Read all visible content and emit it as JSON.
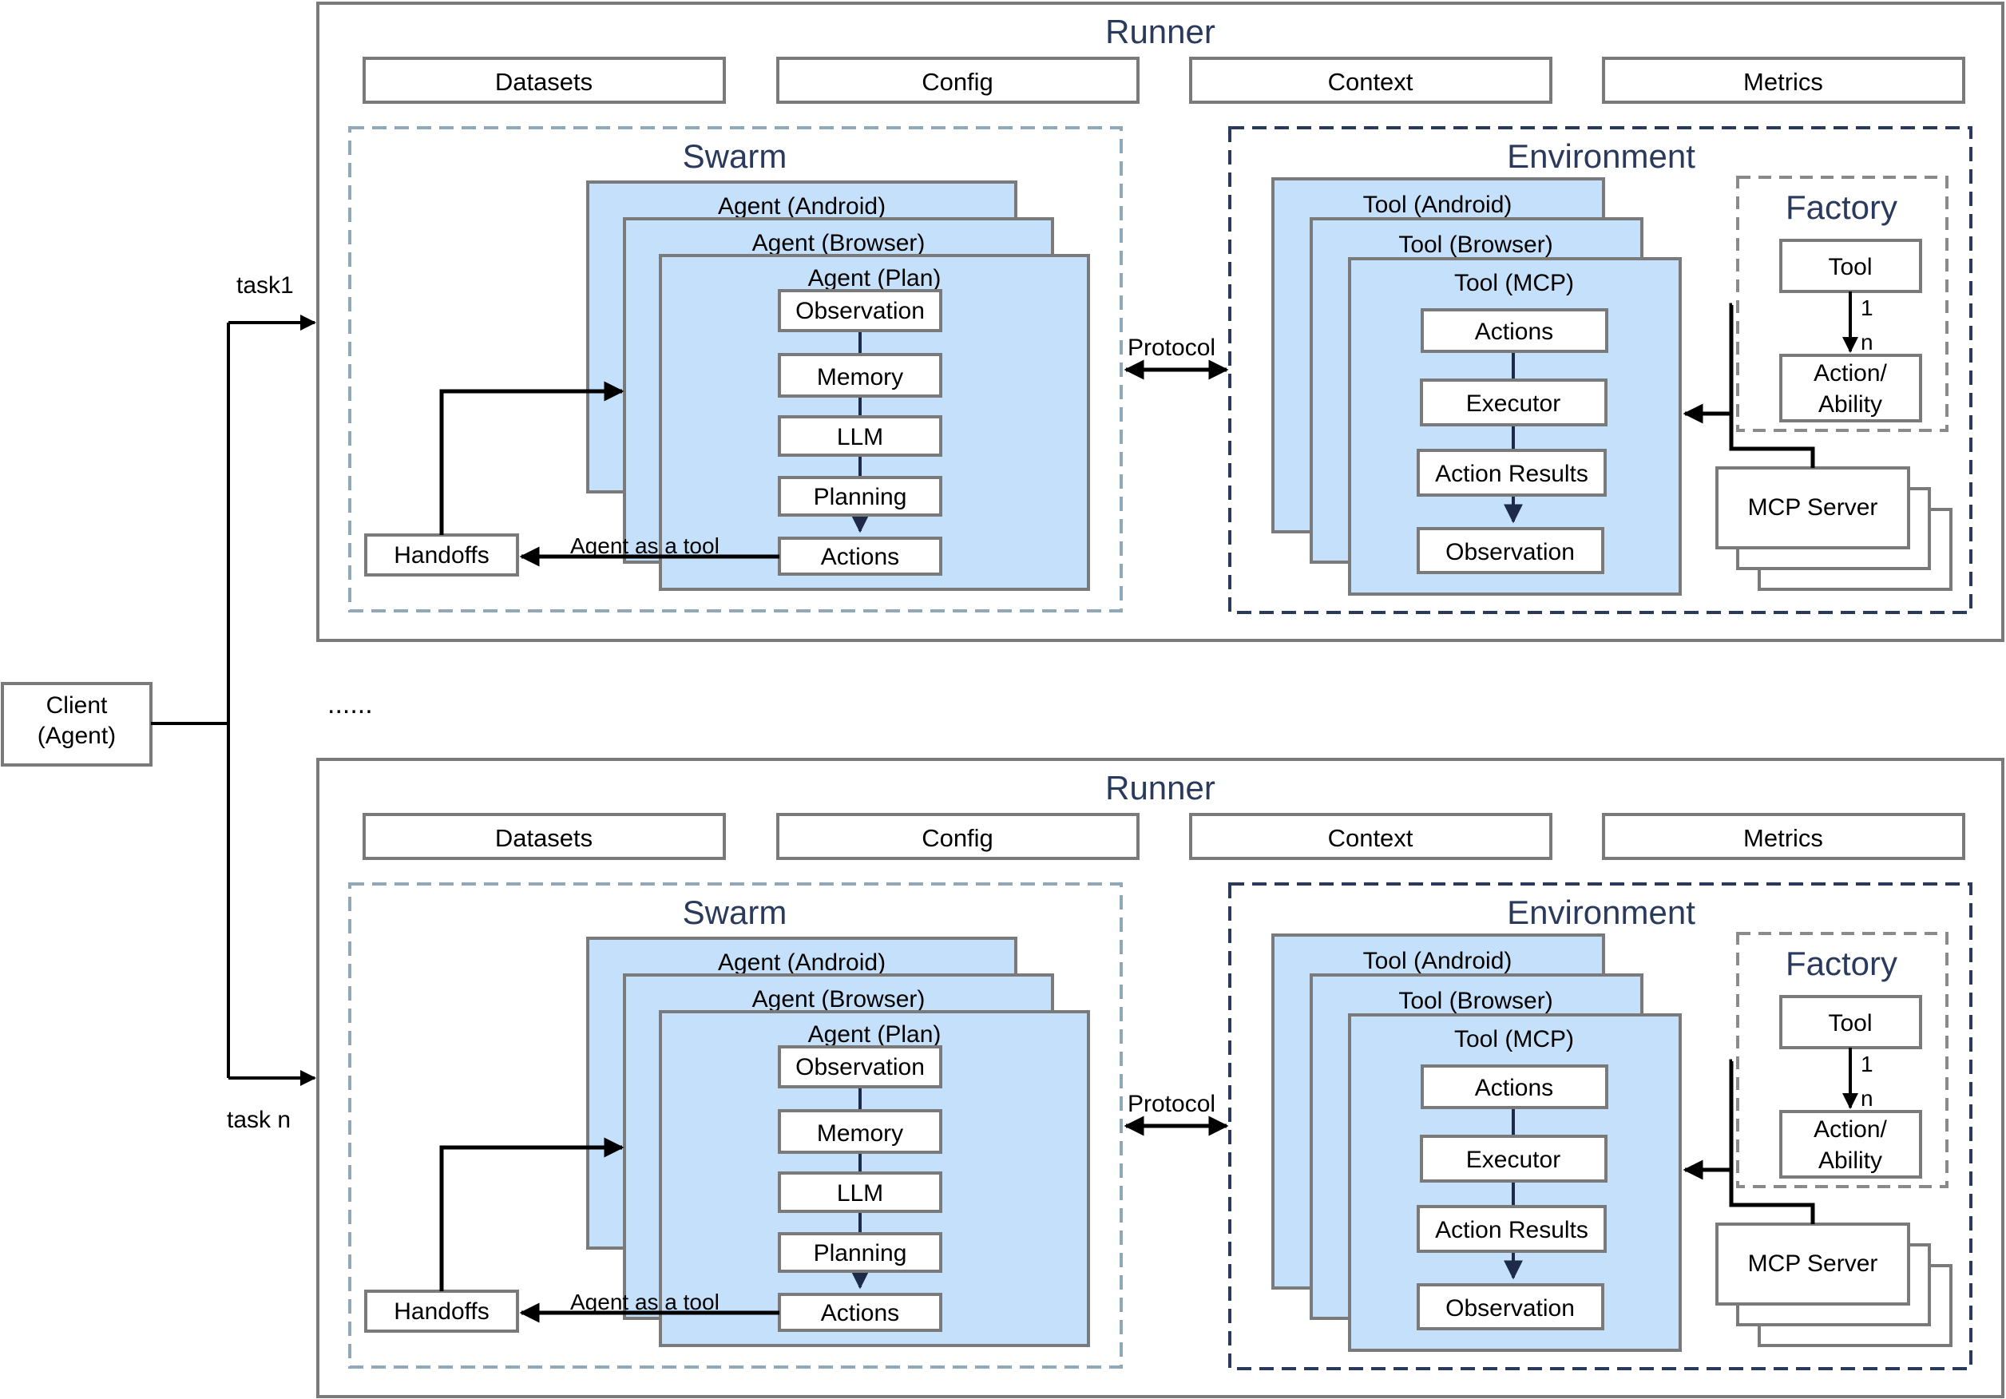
{
  "client": {
    "line1": "Client",
    "line2": "(Agent)"
  },
  "ellipsis": "......",
  "tasks": [
    "task1",
    "task n"
  ],
  "runner": {
    "title": "Runner",
    "bar": [
      "Datasets",
      "Config",
      "Context",
      "Metrics"
    ],
    "swarm": {
      "title": "Swarm",
      "agents": [
        "Agent (Android)",
        "Agent (Browser)",
        "Agent (Plan)"
      ],
      "steps": [
        "Observation",
        "Memory",
        "LLM",
        "Planning",
        "Actions"
      ],
      "handoffs": "Handoffs",
      "agent_as_tool": "Agent as a tool"
    },
    "protocol": "Protocol",
    "environment": {
      "title": "Environment",
      "tools": [
        "Tool (Android)",
        "Tool (Browser)",
        "Tool (MCP)"
      ],
      "steps": [
        "Actions",
        "Executor",
        "Action Results",
        "Observation"
      ],
      "factory": {
        "title": "Factory",
        "tool": "Tool",
        "one": "1",
        "n": "n",
        "action_line1": "Action/",
        "action_line2": "Ability"
      },
      "mcp_server": "MCP Server"
    }
  },
  "colors": {
    "agent_fill": "#c5e0fa",
    "box_stroke": "#7a7a7a",
    "title_text": "#2a3a5c",
    "swarm_dash": "#8fa8ba",
    "env_dash": "#2a3a5c",
    "connector": "#1e2b48"
  }
}
